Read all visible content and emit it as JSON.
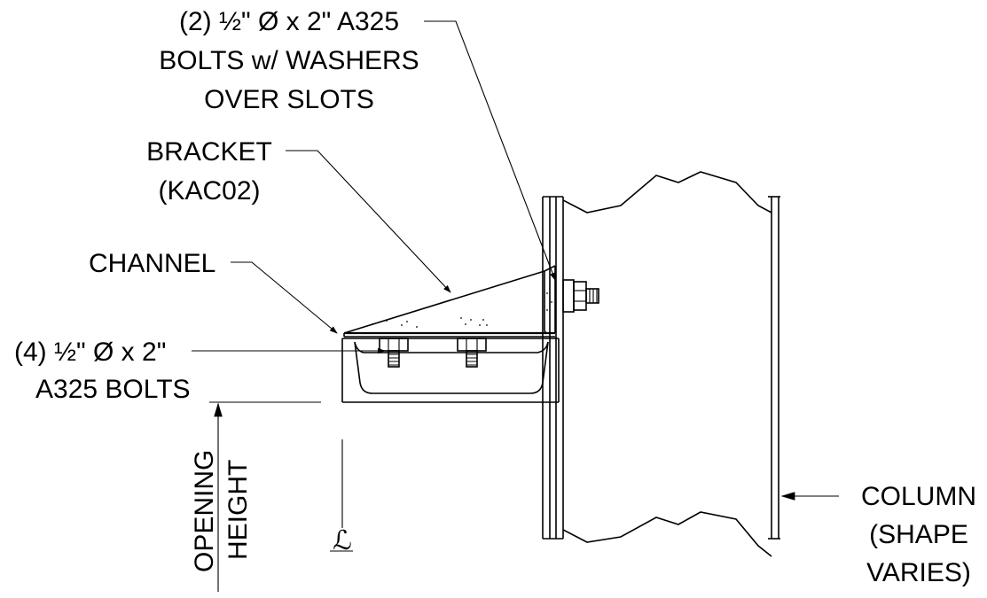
{
  "labels": {
    "bolts_top": {
      "line1": "(2) ½\" Ø x 2\" A325",
      "line2": "BOLTS w/ WASHERS",
      "line3": "OVER SLOTS"
    },
    "bracket": {
      "line1": "BRACKET",
      "line2": "(KAC02)"
    },
    "channel": "CHANNEL",
    "bolts_bottom": {
      "line1": "(4) ½\" Ø x 2\"",
      "line2": "A325 BOLTS"
    },
    "opening": {
      "line1": "OPENING",
      "line2": "HEIGHT"
    },
    "centerline": "ℒ",
    "column": {
      "line1": "COLUMN",
      "line2": "(SHAPE",
      "line3": "VARIES)"
    }
  },
  "colors": {
    "line": "#000000",
    "background": "#ffffff"
  }
}
